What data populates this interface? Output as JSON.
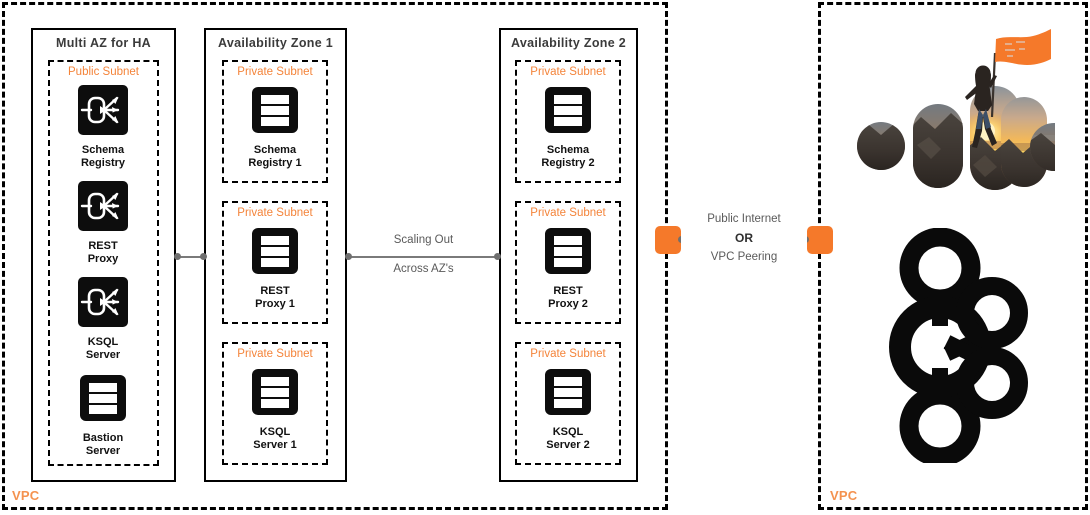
{
  "diagram": {
    "title": "Confluent Platform Multi-AZ deployment architecture",
    "colors": {
      "orange": "#F5792A",
      "subnet_label": "#F4843A",
      "vpc_label": "#F4924F",
      "connector": "#6f6f6f",
      "box_border": "#000000",
      "zone_title": "#3b3b3b"
    }
  },
  "left_vpc": {
    "label": "VPC",
    "zones": [
      {
        "id": "multi-az",
        "title": "Multi AZ  for HA",
        "subnets": [
          {
            "id": "public-subnet",
            "label": "Public Subnet",
            "type": "public",
            "nodes": [
              {
                "id": "schema-registry",
                "caption": "Schema\nRegistry",
                "icon": "kafka-stream-icon"
              },
              {
                "id": "rest-proxy",
                "caption": "REST\nProxy",
                "icon": "kafka-stream-icon"
              },
              {
                "id": "ksql-server",
                "caption": "KSQL\nServer",
                "icon": "server-stack-icon"
              },
              {
                "id": "bastion-server",
                "caption": "Bastion\nServer",
                "icon": "server-stack-icon"
              }
            ]
          }
        ]
      },
      {
        "id": "az-1",
        "title": "Availability  Zone 1",
        "subnets": [
          {
            "id": "az1-sr",
            "label": "Private Subnet",
            "type": "private",
            "nodes": [
              {
                "id": "schema-registry-1",
                "caption": "Schema\nRegistry 1",
                "icon": "server-stack-icon"
              }
            ]
          },
          {
            "id": "az1-rp",
            "label": "Private Subnet",
            "type": "private",
            "nodes": [
              {
                "id": "rest-proxy-1",
                "caption": "REST\nProxy 1",
                "icon": "server-stack-icon"
              }
            ]
          },
          {
            "id": "az1-ksql",
            "label": "Private Subnet",
            "type": "private",
            "nodes": [
              {
                "id": "ksql-server-1",
                "caption": "KSQL\nServer 1",
                "icon": "server-stack-icon"
              }
            ]
          }
        ]
      },
      {
        "id": "az-2",
        "title": "Availability  Zone 2",
        "subnets": [
          {
            "id": "az2-sr",
            "label": "Private Subnet",
            "type": "private",
            "nodes": [
              {
                "id": "schema-registry-2",
                "caption": "Schema\nRegistry 2",
                "icon": "server-stack-icon"
              }
            ]
          },
          {
            "id": "az2-rp",
            "label": "Private Subnet",
            "type": "private",
            "nodes": [
              {
                "id": "rest-proxy-2",
                "caption": "REST\nProxy 2",
                "icon": "server-stack-icon"
              }
            ]
          },
          {
            "id": "az2-ksql",
            "label": "Private Subnet",
            "type": "private",
            "nodes": [
              {
                "id": "ksql-server-2",
                "caption": "KSQL\nServer 2",
                "icon": "server-stack-icon"
              }
            ]
          }
        ]
      }
    ]
  },
  "right_vpc": {
    "label": "VPC",
    "logos": [
      {
        "id": "confluent-logo",
        "name": "confluent-photo-logo"
      },
      {
        "id": "kafka-logo",
        "name": "apache-kafka-logo"
      }
    ]
  },
  "connectors": {
    "scaling": {
      "line1": "Scaling Out",
      "line2": "Across AZ's"
    },
    "peering": {
      "line1": "Public Internet",
      "middle": "OR",
      "line2": "VPC Peering"
    }
  }
}
